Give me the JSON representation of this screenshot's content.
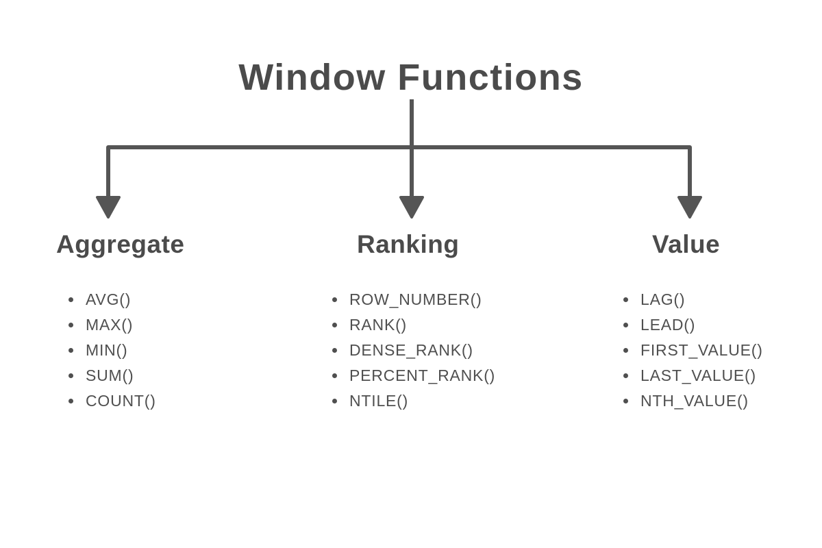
{
  "title": "Window Functions",
  "colors": {
    "background": "#ffffff",
    "text": "#4d4d4d",
    "connector_line": "#555555"
  },
  "branches": [
    {
      "label": "Aggregate",
      "items": [
        "AVG()",
        "MAX()",
        "MIN()",
        "SUM()",
        "COUNT()"
      ]
    },
    {
      "label": "Ranking",
      "items": [
        "ROW_NUMBER()",
        "RANK()",
        "DENSE_RANK()",
        "PERCENT_RANK()",
        "NTILE()"
      ]
    },
    {
      "label": "Value",
      "items": [
        "LAG()",
        "LEAD()",
        "FIRST_VALUE()",
        "LAST_VALUE()",
        "NTH_VALUE()"
      ]
    }
  ]
}
